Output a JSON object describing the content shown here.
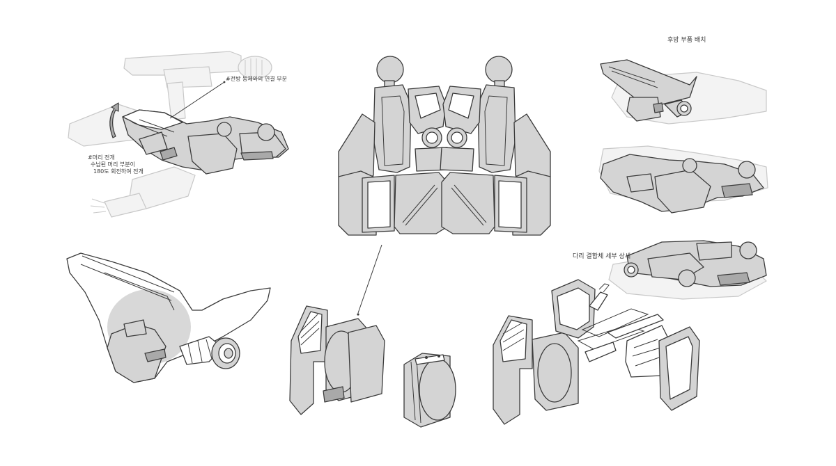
{
  "labels": {
    "front_connection": "#전방 동체와의 연결 부분",
    "head_deploy_title": "#머리 전개",
    "head_deploy_line1": "수납된 머리 부분이",
    "head_deploy_line2": "180도 회전하여 전개",
    "rear_parts": "후방 부품 배치",
    "leg_detail": "다리 결합체 세부 상세"
  },
  "colors": {
    "ink": "#3a3a3a",
    "ghost": "#c8c8c8",
    "part_fill": "#d4d4d4",
    "part_dark": "#a9a9a9",
    "highlight": "#b8b8b8",
    "background": "#ffffff"
  }
}
